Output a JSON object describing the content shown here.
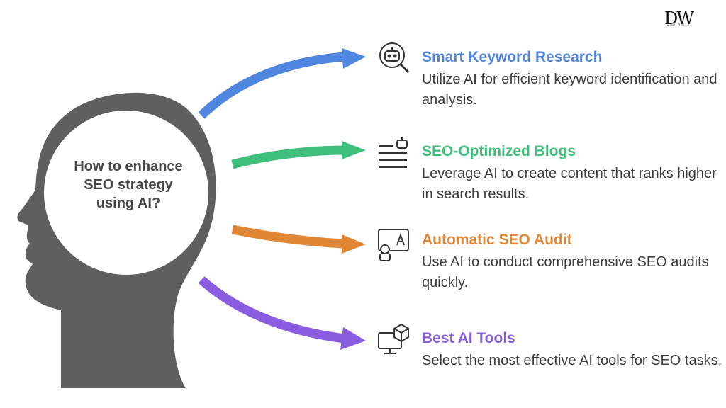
{
  "center_question": "How to enhance SEO strategy using AI?",
  "logo": {
    "monogram": "DW",
    "tagline": "DIGI WRITE"
  },
  "colors": {
    "head": "#5f5f5f",
    "smart_keyword": "#4f86e0",
    "seo_blogs": "#3fbf7c",
    "seo_audit": "#e08634",
    "ai_tools": "#8a5ce0"
  },
  "items": [
    {
      "title": "Smart Keyword Research",
      "description": "Utilize AI for efficient keyword identification and analysis.",
      "icon": "robot-magnifier-icon"
    },
    {
      "title": "SEO-Optimized Blogs",
      "description": "Leverage AI to create content that ranks higher in search results.",
      "icon": "robot-text-icon"
    },
    {
      "title": "Automatic SEO Audit",
      "description": "Use AI to conduct comprehensive SEO audits quickly.",
      "icon": "robot-audit-icon"
    },
    {
      "title": "Best AI Tools",
      "description": "Select the most effective AI tools for SEO tasks.",
      "icon": "monitor-cube-icon"
    }
  ]
}
